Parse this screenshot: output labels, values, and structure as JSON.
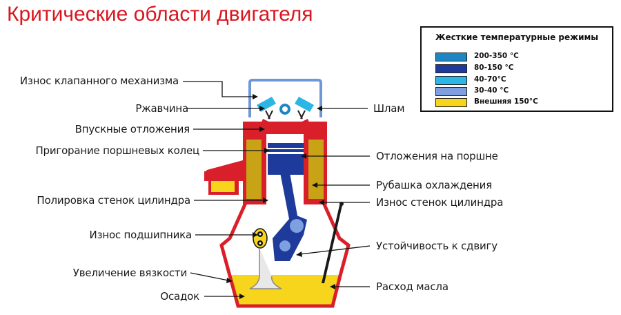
{
  "title": "Критические области двигателя",
  "left_labels": [
    {
      "id": "valve-wear",
      "text": "Износ клапанного механизма"
    },
    {
      "id": "rust",
      "text": "Ржавчина"
    },
    {
      "id": "intake-deposits",
      "text": "Впускные отложения"
    },
    {
      "id": "ring-burn",
      "text": "Пригорание поршневых колец"
    },
    {
      "id": "bore-polish",
      "text": "Полировка стенок цилиндра"
    },
    {
      "id": "bearing-wear",
      "text": "Износ подшипника"
    },
    {
      "id": "viscosity-increase",
      "text": "Увеличение вязкости"
    },
    {
      "id": "sediment",
      "text": "Осадок"
    }
  ],
  "right_labels": [
    {
      "id": "sludge",
      "text": "Шлам"
    },
    {
      "id": "piston-deposits",
      "text": "Отложения на поршне"
    },
    {
      "id": "cooling-jacket",
      "text": "Рубашка охлаждения"
    },
    {
      "id": "cylinder-wall-wear",
      "text": "Износ стенок цилиндра"
    },
    {
      "id": "shear-stability",
      "text": "Устойчивость к сдвигу"
    },
    {
      "id": "oil-consumption",
      "text": "Расход масла"
    }
  ],
  "legend": {
    "title": "Жесткие температурные режимы",
    "items": [
      {
        "text": "200-350 °C",
        "color": "#1f86c4"
      },
      {
        "text": "80-150 °C",
        "color": "#1e3a9a"
      },
      {
        "text": "40-70°C",
        "color": "#2bb6e6"
      },
      {
        "text": "30-40 °C",
        "color": "#7e9fe0"
      },
      {
        "text": "Внешняя 150°C",
        "color": "#f7d51c"
      }
    ]
  },
  "colors": {
    "title": "#d9161f",
    "engine_block": "#d9202a",
    "cooling_jacket": "#c8a316",
    "piston": "#1e3a9a",
    "oil": "#f7d51c",
    "head": "#6f97d8",
    "valves": "#2bb6e6"
  }
}
